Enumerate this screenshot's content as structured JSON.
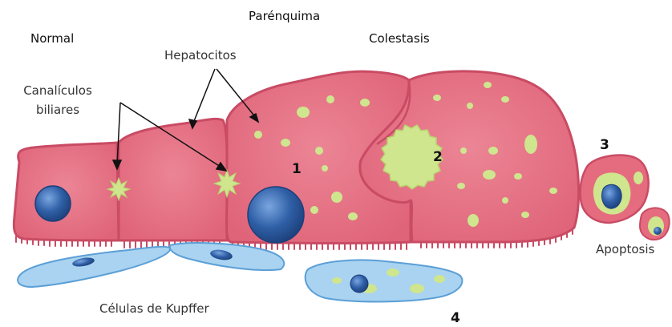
{
  "labels": {
    "title": "Parénquima",
    "normal": "Normal",
    "colestasis": "Colestasis",
    "hepatocitos": "Hepatocitos",
    "canaliculos_line1": "Canalículos",
    "canaliculos_line2": "biliares",
    "kupffer": "Células de Kupffer",
    "apoptosis": "Apoptosis"
  },
  "markers": [
    "1",
    "2",
    "3",
    "4"
  ],
  "colors": {
    "hepatocyte_fill": "#e56b7e",
    "hepatocyte_edge": "#c94b64",
    "bile": "#cfe58e",
    "nucleus": "#2f5fa6",
    "kupffer": "#a9d3f0"
  }
}
